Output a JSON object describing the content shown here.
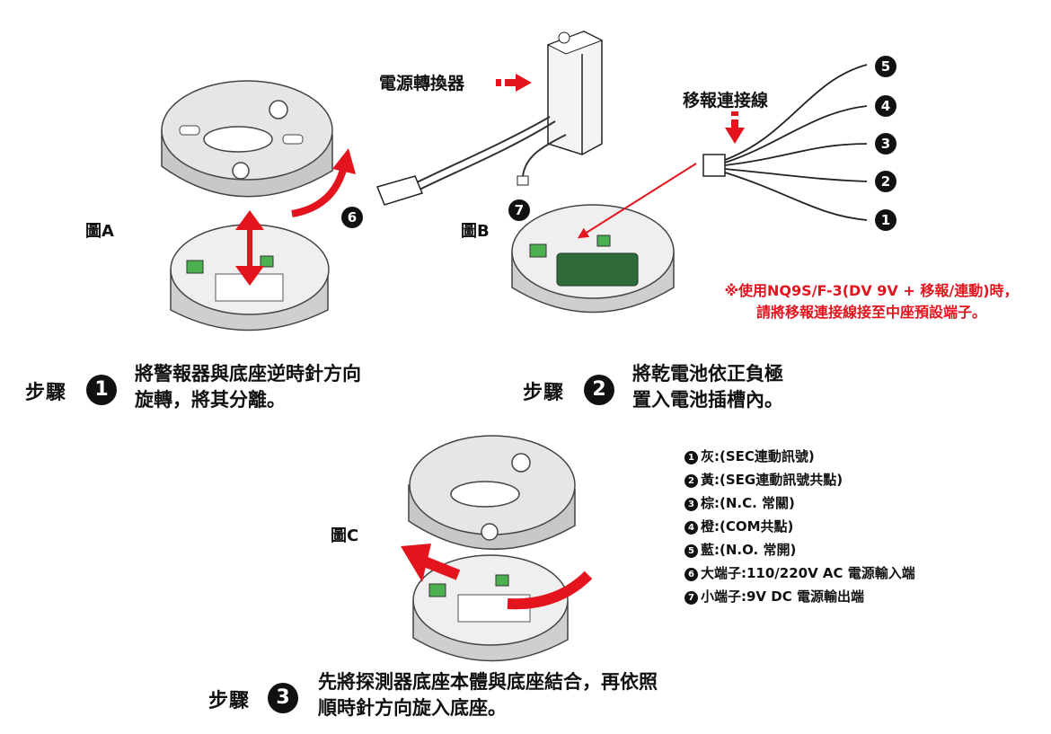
{
  "figures": {
    "a": "圖A",
    "b": "圖B",
    "c": "圖C"
  },
  "callouts": {
    "converter": "電源轉換器",
    "wire": "移報連接線"
  },
  "note": {
    "line1": "※使用NQ9S/F-3(DV 9V + 移報/連動)時，",
    "line2": "請將移報連接線接至中座預設端子。"
  },
  "wire_numbers": [
    "5",
    "4",
    "3",
    "2",
    "1"
  ],
  "terminal_numbers": {
    "six": "6",
    "seven": "7"
  },
  "steps": [
    {
      "title": "步驟",
      "num": "1",
      "line1": "將警報器與底座逆時針方向",
      "line2": "旋轉，將其分離。"
    },
    {
      "title": "步驟",
      "num": "2",
      "line1": "將乾電池依正負極",
      "line2": "置入電池插槽內。"
    },
    {
      "title": "步驟",
      "num": "3",
      "line1": "先將探測器底座本體與底座結合，再依照",
      "line2": "順時針方向旋入底座。"
    }
  ],
  "legend": [
    {
      "num": "1",
      "text": "灰:(SEC連動訊號)"
    },
    {
      "num": "2",
      "text": "黃:(SEG連動訊號共點)"
    },
    {
      "num": "3",
      "text": "棕:(N.C. 常關)"
    },
    {
      "num": "4",
      "text": "橙:(COM共點)"
    },
    {
      "num": "5",
      "text": "藍:(N.O. 常開)"
    },
    {
      "num": "6",
      "text": "大端子:110/220V AC 電源輸入端"
    },
    {
      "num": "7",
      "text": "小端子:9V DC 電源輸出端"
    }
  ],
  "colors": {
    "accent": "#e3141e",
    "base": "#d9d9d9",
    "dark": "#111111",
    "battery": "#2f6b3a"
  }
}
